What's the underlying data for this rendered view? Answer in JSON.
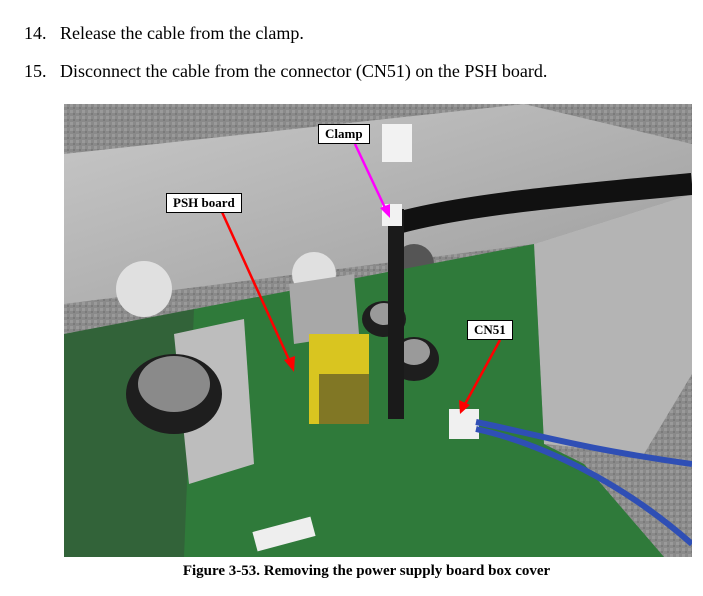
{
  "steps": [
    {
      "number": "14.",
      "text": "Release the cable from the clamp."
    },
    {
      "number": "15.",
      "text": "Disconnect the cable from the connector (CN51) on the PSH board."
    }
  ],
  "figure": {
    "callouts": {
      "clamp": "Clamp",
      "psh_board": "PSH board",
      "cn51": "CN51"
    },
    "caption": "Figure 3-53.  Removing the power supply board box cover",
    "colors": {
      "clamp_arrow": "#ff00ff",
      "arrow": "#ff0000",
      "board": "#2f7a3a"
    }
  }
}
